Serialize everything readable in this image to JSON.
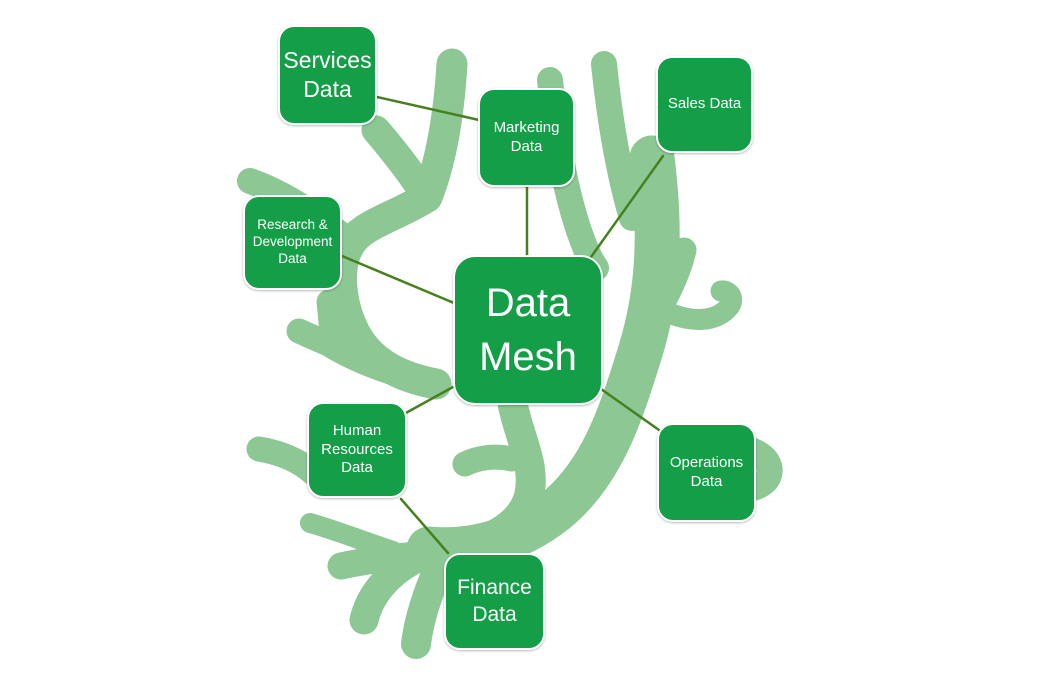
{
  "title": "Data Mesh diagram",
  "center_node": {
    "id": "mesh",
    "label": "Data\nMesh"
  },
  "nodes": [
    {
      "id": "services",
      "label": "Services\nData"
    },
    {
      "id": "marketing",
      "label": "Marketing\nData"
    },
    {
      "id": "sales",
      "label": "Sales Data"
    },
    {
      "id": "research",
      "label": "Research &\nDevelopment\nData"
    },
    {
      "id": "hr",
      "label": "Human\nResources\nData"
    },
    {
      "id": "operations",
      "label": "Operations\nData"
    },
    {
      "id": "finance",
      "label": "Finance\nData"
    }
  ],
  "edges": [
    {
      "from": "services",
      "to": "marketing"
    },
    {
      "from": "marketing",
      "to": "mesh"
    },
    {
      "from": "sales",
      "to": "mesh"
    },
    {
      "from": "research",
      "to": "mesh"
    },
    {
      "from": "hr",
      "to": "mesh"
    },
    {
      "from": "mesh",
      "to": "operations"
    },
    {
      "from": "hr",
      "to": "finance"
    }
  ],
  "colors": {
    "node_fill": "#149e48",
    "branch": "#8cc794",
    "connector": "#47801f",
    "text": "#ffffff",
    "background": "#ffffff"
  }
}
